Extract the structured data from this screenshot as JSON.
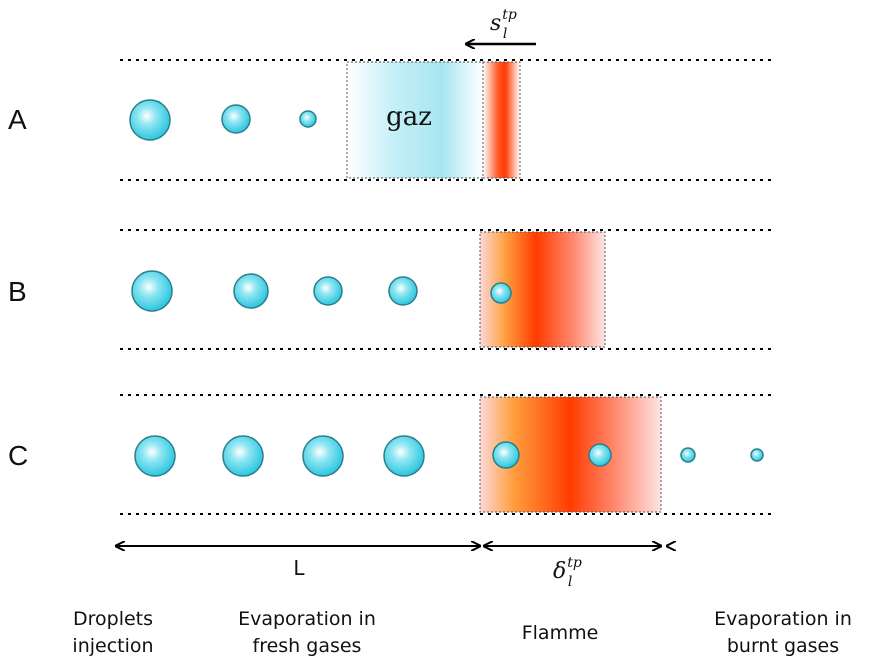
{
  "rows": [
    {
      "label": "A"
    },
    {
      "label": "B"
    },
    {
      "label": "C"
    }
  ],
  "gas_zone_label": "gaz",
  "flame_speed_symbol": {
    "base": "s",
    "sub": "l",
    "sup": "tp"
  },
  "flame_thickness_symbol": {
    "base": "δ",
    "sub": "l",
    "sup": "tp"
  },
  "length_label": "L",
  "bottom_labels": [
    "Droplets\ninjection",
    "Evaporation in\nfresh gases",
    "Flamme",
    "Evaporation in\nburnt gases"
  ],
  "colors": {
    "droplet": "#33cde5",
    "droplet_outline": "#2a7f8c",
    "flame_core": "#ff3a00",
    "flame_edge": "#ff9a30",
    "gas": "#b8ecf5"
  }
}
